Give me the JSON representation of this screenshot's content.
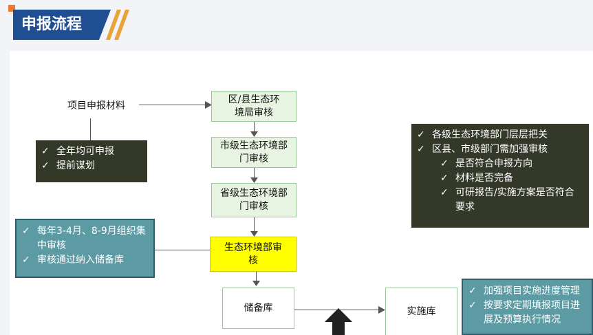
{
  "header": {
    "title": "申报流程"
  },
  "icons": {
    "check": "✓"
  },
  "colors": {
    "header": "#1f4e92",
    "highlight": "#ffff00",
    "flow_fill": "#e7f4e1",
    "dark_note": "#333829",
    "teal_note": "#5d9ba4"
  },
  "flow": {
    "source": "项目申报材料",
    "steps": [
      "区/县生态环境局审核",
      "市级生态环境部门审核",
      "省级生态环境部门审核",
      "生态环境部审核"
    ],
    "reserve": "储备库",
    "implementation": "实施库"
  },
  "notes": {
    "apply": [
      "全年均可申报",
      "提前谋划"
    ],
    "review": [
      "每年3-4月、8-9月组织集中审核",
      "审核通过纳入储备库"
    ],
    "local": {
      "items": [
        "各级生态环境部门层层把关",
        "区县、市级部门需加强审核"
      ],
      "subitems": [
        "是否符合申报方向",
        "材料是否完备",
        "可研报告/实施方案是否符合要求"
      ]
    },
    "implement": [
      "加强项目实施进度管理",
      "按要求定期填报项目进展及预算执行情况"
    ]
  }
}
